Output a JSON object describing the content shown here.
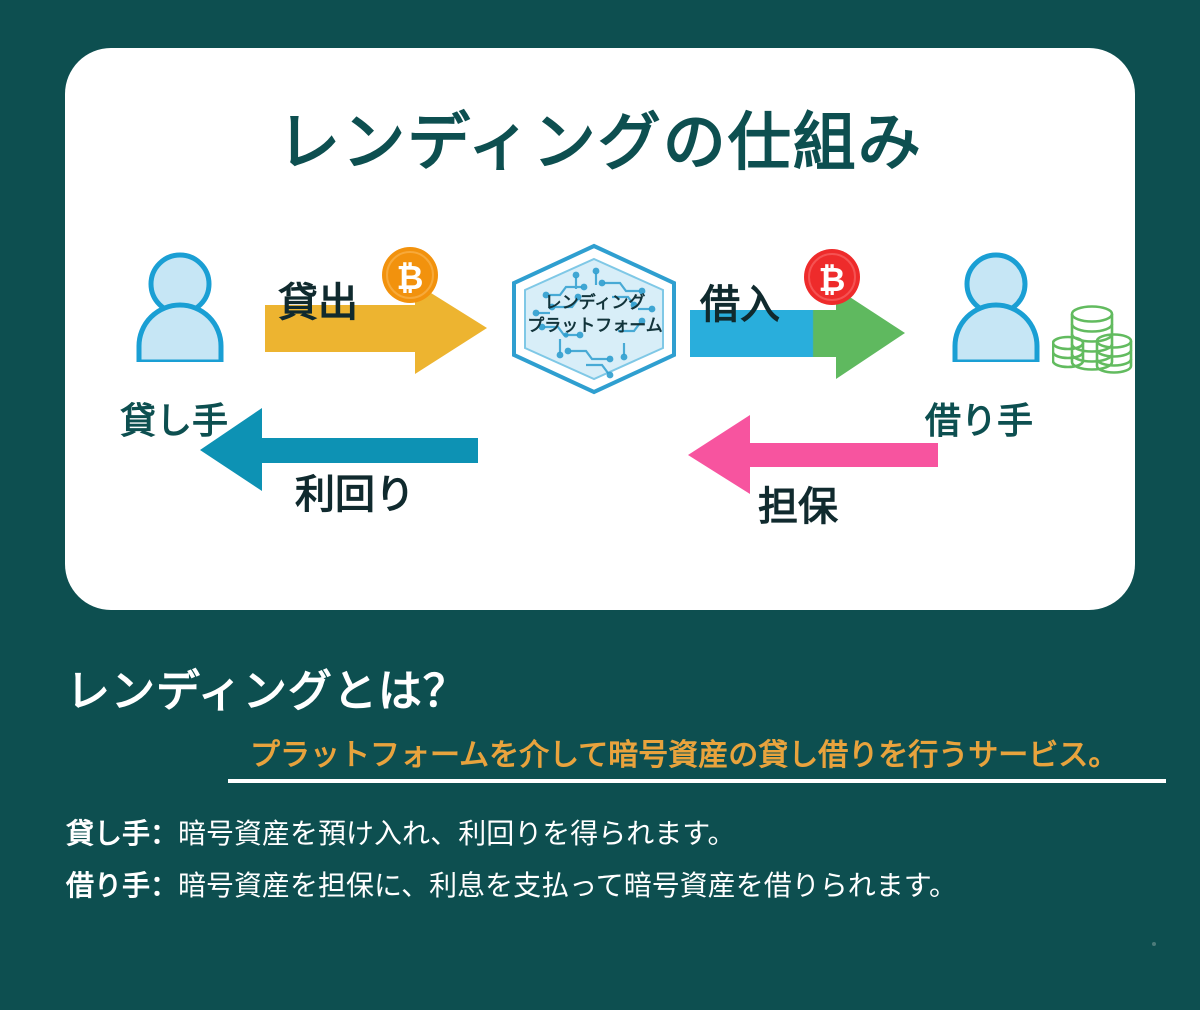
{
  "background_color": "#0d4f50",
  "card": {
    "background_color": "#ffffff",
    "title": "レンディングの仕組み",
    "title_color": "#0d4f50"
  },
  "diagram": {
    "lender": {
      "label": "貸し手",
      "icon": "person-icon",
      "icon_fill": "#c6e6f5",
      "icon_stroke": "#1a9fd4"
    },
    "borrower": {
      "label": "借り手",
      "icon": "person-icon",
      "icon_fill": "#c6e6f5",
      "icon_stroke": "#1a9fd4",
      "coins_icon": "coin-stack-icon",
      "coins_color": "#62bb5f"
    },
    "platform": {
      "line1": "レンディング",
      "line2": "プラットフォーム",
      "shape": "hexagon-circuit-icon",
      "fill": "#d8eef8",
      "stroke": "#2f9fd0"
    },
    "flows": [
      {
        "name": "lend",
        "label": "貸出",
        "direction": "right",
        "color": "#edb430",
        "coin": {
          "name": "bitcoin-coin-orange",
          "symbol": "₿",
          "color": "#f2920d"
        }
      },
      {
        "name": "borrow",
        "label": "借入",
        "direction": "right",
        "color_start": "#29aedc",
        "color_end": "#5fb95f",
        "coin": {
          "name": "bitcoin-coin-red",
          "symbol": "₿",
          "color": "#ee2b2b"
        }
      },
      {
        "name": "yield",
        "label": "利回り",
        "direction": "left",
        "color": "#0d92b4"
      },
      {
        "name": "collateral",
        "label": "担保",
        "direction": "left",
        "color": "#f7549f"
      }
    ]
  },
  "section": {
    "heading": "レンディングとは？",
    "heading_color": "#ffffff",
    "summary": "プラットフォームを介して暗号資産の貸し借りを行うサービス。",
    "summary_color": "#e8a33d",
    "details": [
      {
        "role": "貸し手：",
        "body": "暗号資産を預け入れ、利回りを得られます。"
      },
      {
        "role": "借り手：",
        "body": "暗号資産を担保に、利息を支払って暗号資産を借りられます。"
      }
    ]
  }
}
